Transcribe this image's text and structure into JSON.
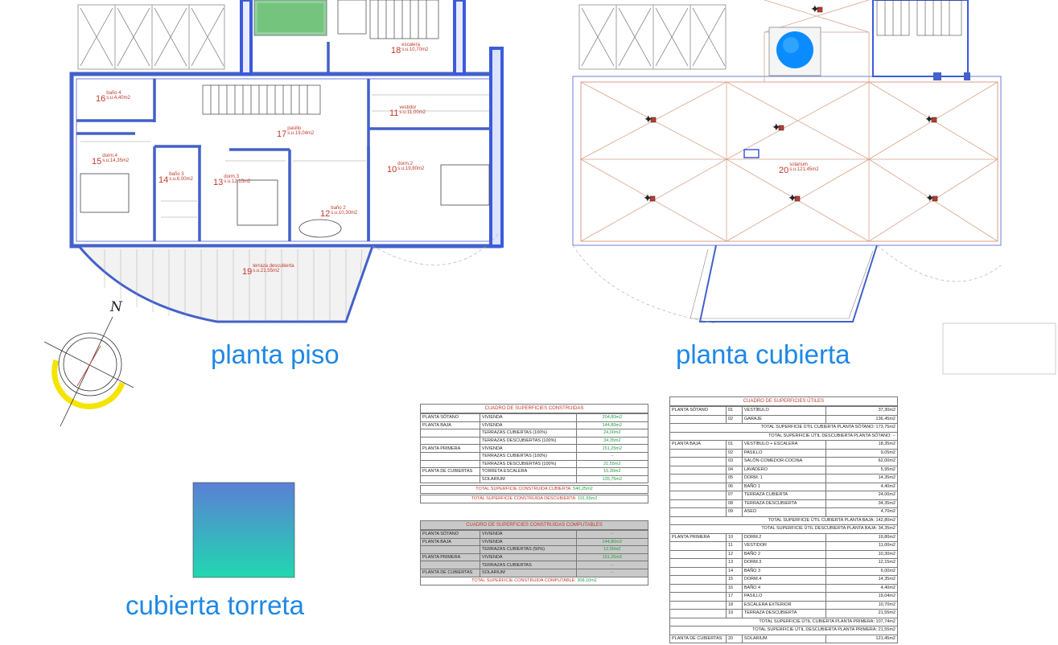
{
  "plans": {
    "piso": {
      "title": "planta piso",
      "rooms": [
        {
          "num": "16",
          "name": "baño 4",
          "area": "s.u.4,40m2"
        },
        {
          "num": "18",
          "name": "escalera",
          "area": "s.u.10,70m2"
        },
        {
          "num": "11",
          "name": "vestidor",
          "area": "s.u.11,00m2"
        },
        {
          "num": "17",
          "name": "pasillo",
          "area": "s.u.19,04m2"
        },
        {
          "num": "15",
          "name": "dorm.4",
          "area": "s.u.14,35m2"
        },
        {
          "num": "10",
          "name": "dorm.2",
          "area": "s.u.19,80m2"
        },
        {
          "num": "14",
          "name": "baño 3",
          "area": "s.u.6,00m2"
        },
        {
          "num": "13",
          "name": "dorm.3",
          "area": "s.u.12,15m2"
        },
        {
          "num": "12",
          "name": "baño 2",
          "area": "s.u.10,30m2"
        },
        {
          "num": "19",
          "name": "terraza descubierta",
          "area": "s.u.21,55m2"
        }
      ]
    },
    "cubierta": {
      "title": "planta cubierta",
      "rooms": [
        {
          "num": "20",
          "name": "solarium",
          "area": "s.u.121,45m2"
        }
      ]
    },
    "torreta": {
      "title": "cubierta torreta"
    },
    "north_label": "N"
  },
  "colors": {
    "wall": "#3b5bdb",
    "title": "#1e88e5",
    "room_text": "#c0392b",
    "table_value": "#1b9e3e",
    "turret_top": "#5b7fd6",
    "turret_bottom": "#20d8b0",
    "pool": "#0a8cff"
  },
  "built": {
    "title": "CUADRO DE SUPERFICIES CONSTRUIDAS",
    "rows": [
      [
        "PLANTA SÓTANO",
        "VIVIENDA",
        "204,80m2"
      ],
      [
        "PLANTA BAJA",
        "VIVIENDA",
        "144,80m2"
      ],
      [
        "",
        "TERRAZAS CUBIERTAS (100%)",
        "24,00m2"
      ],
      [
        "",
        "TERRAZAS DESCUBIERTAS (100%)",
        "34,35m2"
      ],
      [
        "PLANTA PRIMERA",
        "VIVIENDA",
        "151,25m2"
      ],
      [
        "",
        "TERRAZAS CUBIERTAS (100%)",
        "--"
      ],
      [
        "",
        "TERRAZAS DESCUBIERTAS (100%)",
        "21,55m2"
      ],
      [
        "PLANTA DE CUBIERTAS",
        "TORRETA ESCALERA",
        "15,30m2"
      ],
      [
        "",
        "SOLARIUM",
        "135,75m2"
      ]
    ],
    "total_cubierta_label": "TOTAL SUPERFICIE CONSTRUIDA CUBIERTA:",
    "total_cubierta": "540,25m2",
    "total_descubierta_label": "TOTAL SUPERFICIE CONSTRUIDA DESCUBIERTA:",
    "total_descubierta": "191,65m2"
  },
  "computable": {
    "title": "CUADRO DE SUPERFICIES CONSTRUIDAS COMPUTABLES",
    "rows": [
      [
        "PLANTA SÓTANO",
        "VIVIENDA",
        "--"
      ],
      [
        "PLANTA BAJA",
        "VIVIENDA",
        "144,80m2"
      ],
      [
        "",
        "TERRAZAS CUBIERTAS (50%)",
        "12,00m2"
      ],
      [
        "PLANTA PRIMERA",
        "VIVIENDA",
        "151,25m2"
      ],
      [
        "",
        "TERRAZAS CUBIERTAS",
        "--"
      ],
      [
        "PLANTA DE CUBIERTAS",
        "SOLARIUM",
        "--"
      ]
    ],
    "total_label": "TOTAL SUPERFICIE CONSTRUIDA COMPUTABLE:",
    "total": "308,10m2"
  },
  "useful": {
    "title": "CUADRO DE SUPERFICIES ÚTILES",
    "sotano": {
      "label": "PLANTA SÓTANO",
      "rows": [
        [
          "01",
          "VESTÍBULO",
          "37,30m2"
        ],
        [
          "02",
          "GARAJE",
          "136,45m2"
        ]
      ],
      "tot_c": "TOTAL SUPERFICIE ÚTIL CUBIERTA PLANTA SÓTANO:   173,75m2",
      "tot_d": "TOTAL SUPERFICIE ÚTIL DESCUBIERTA PLANTA SÓTANO:   --"
    },
    "baja": {
      "label": "PLANTA BAJA",
      "rows": [
        [
          "01",
          "VESTÍBULO + ESCALERA",
          "18,35m2"
        ],
        [
          "02",
          "PASILLO",
          "9,05m2"
        ],
        [
          "03",
          "SALÓN-COMEDOR-COCINA",
          "62,00m2"
        ],
        [
          "04",
          "LAVADERO",
          "5,95m2"
        ],
        [
          "05",
          "DORM. 1",
          "14,35m2"
        ],
        [
          "06",
          "BAÑO 1",
          "4,40m2"
        ],
        [
          "07",
          "TERRAZA CUBIERTA",
          "24,00m2"
        ],
        [
          "08",
          "TERRAZA DESCUBIERTA",
          "34,35m2"
        ],
        [
          "09",
          "ASEO",
          "4,70m2"
        ]
      ],
      "tot_c": "TOTAL SUPERFICIE ÚTIL CUBIERTA PLANTA BAJA:   142,80m2",
      "tot_d": "TOTAL SUPERFICIE ÚTIL DESCUBIERTA PLANTA BAJA:   34,35m2"
    },
    "primera": {
      "label": "PLANTA PRIMERA",
      "rows": [
        [
          "10",
          "DORM.2",
          "19,80m2"
        ],
        [
          "11",
          "VESTIDOR",
          "11,00m2"
        ],
        [
          "12",
          "BAÑO 2",
          "10,30m2"
        ],
        [
          "13",
          "DORM.3",
          "12,15m2"
        ],
        [
          "14",
          "BAÑO 3",
          "6,00m2"
        ],
        [
          "15",
          "DORM.4",
          "14,35m2"
        ],
        [
          "16",
          "BAÑO 4",
          "4,40m2"
        ],
        [
          "17",
          "PASILLO",
          "19,04m2"
        ],
        [
          "18",
          "ESCALERA EXTERIOR",
          "10,70m2"
        ],
        [
          "19",
          "TERRAZA DESCUBIERTA",
          "21,55m2"
        ]
      ],
      "tot_c": "TOTAL SUPERFICIE ÚTIL CUBIERTA PLANTA PRIMERA:   107,74m2",
      "tot_d": "TOTAL SUPERFICIE ÚTIL DESCUBIERTA PLANTA PRIMERA:   21,55m2"
    },
    "cubiertas": {
      "label": "PLANTA DE CUBIERTAS",
      "rows": [
        [
          "20",
          "SOLARIUM",
          "121,45m2"
        ]
      ]
    }
  }
}
